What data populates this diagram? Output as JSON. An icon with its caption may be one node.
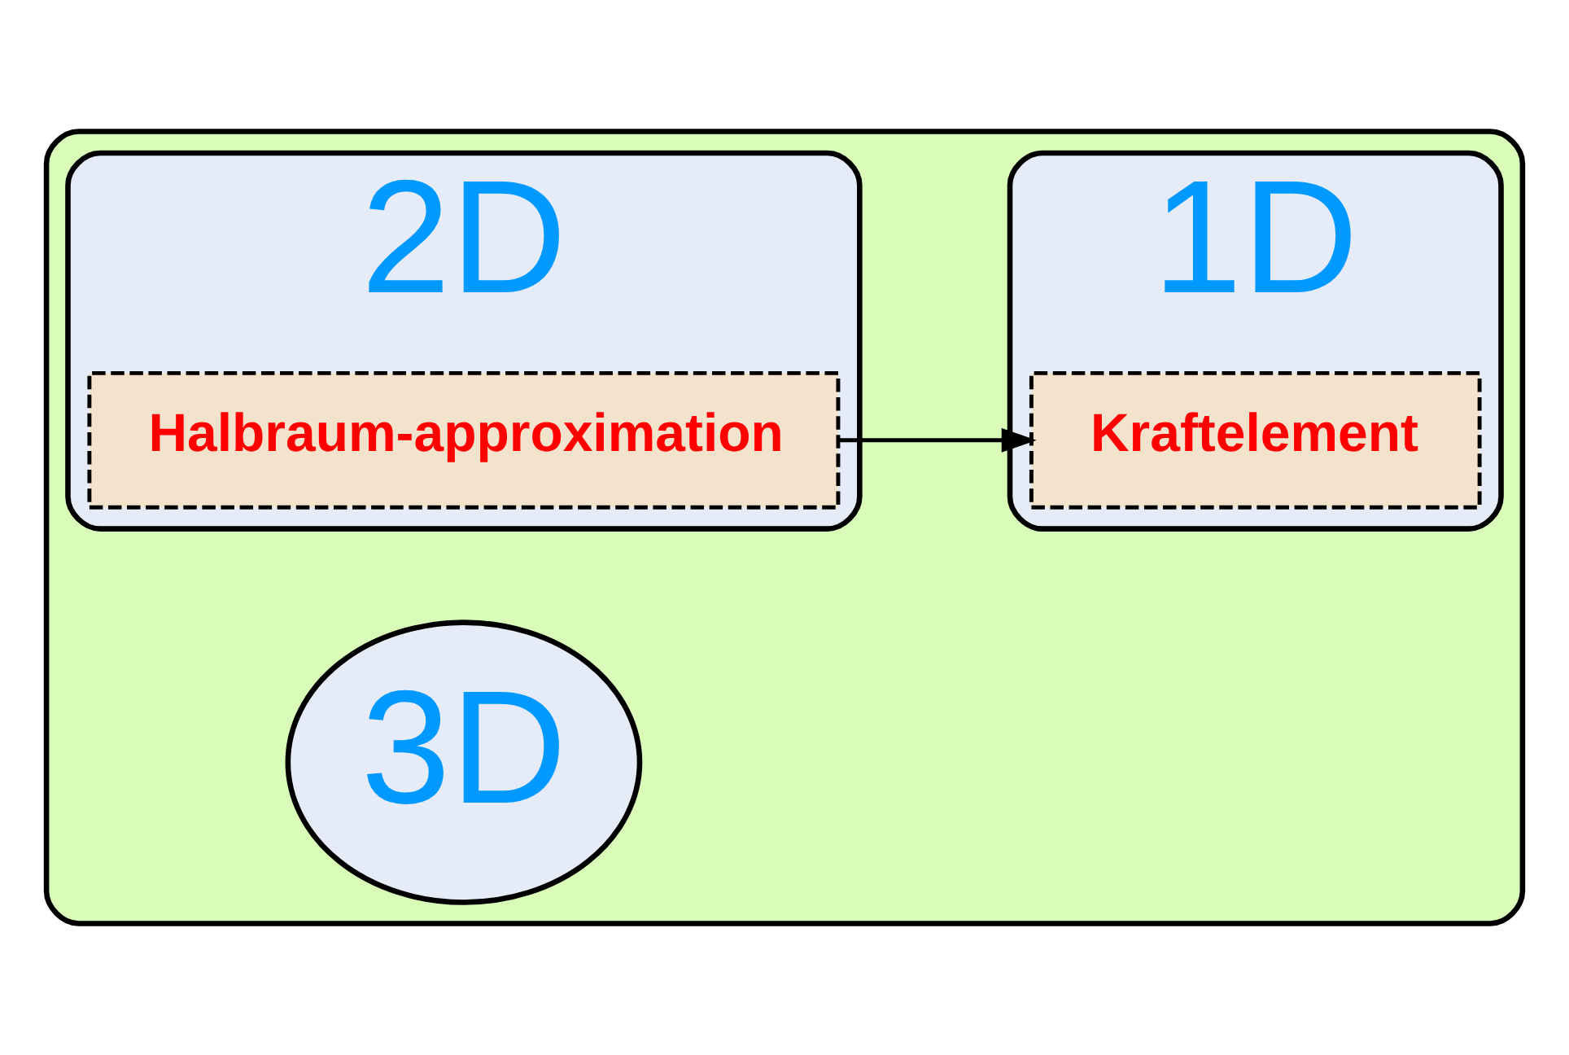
{
  "diagram": {
    "nodes": [
      {
        "text": [],
        "shape": "ellipse"
      },
      {
        "text": [
          "3D"
        ],
        "in": 0
      },
      {
        "text": [
          "2D"
        ],
        "in": 0
      },
      {
        "text": [
          "Halbraum-approximation"
        ],
        "in": 2
      },
      {
        "text": [
          "1D"
        ],
        "in": 0
      },
      {
        "text": [
          "Kraftelement"
        ],
        "in": 4
      }
    ],
    "edges": [
      {
        "from": 3,
        "to": 5,
        "arrow": "to"
      }
    ]
  }
}
